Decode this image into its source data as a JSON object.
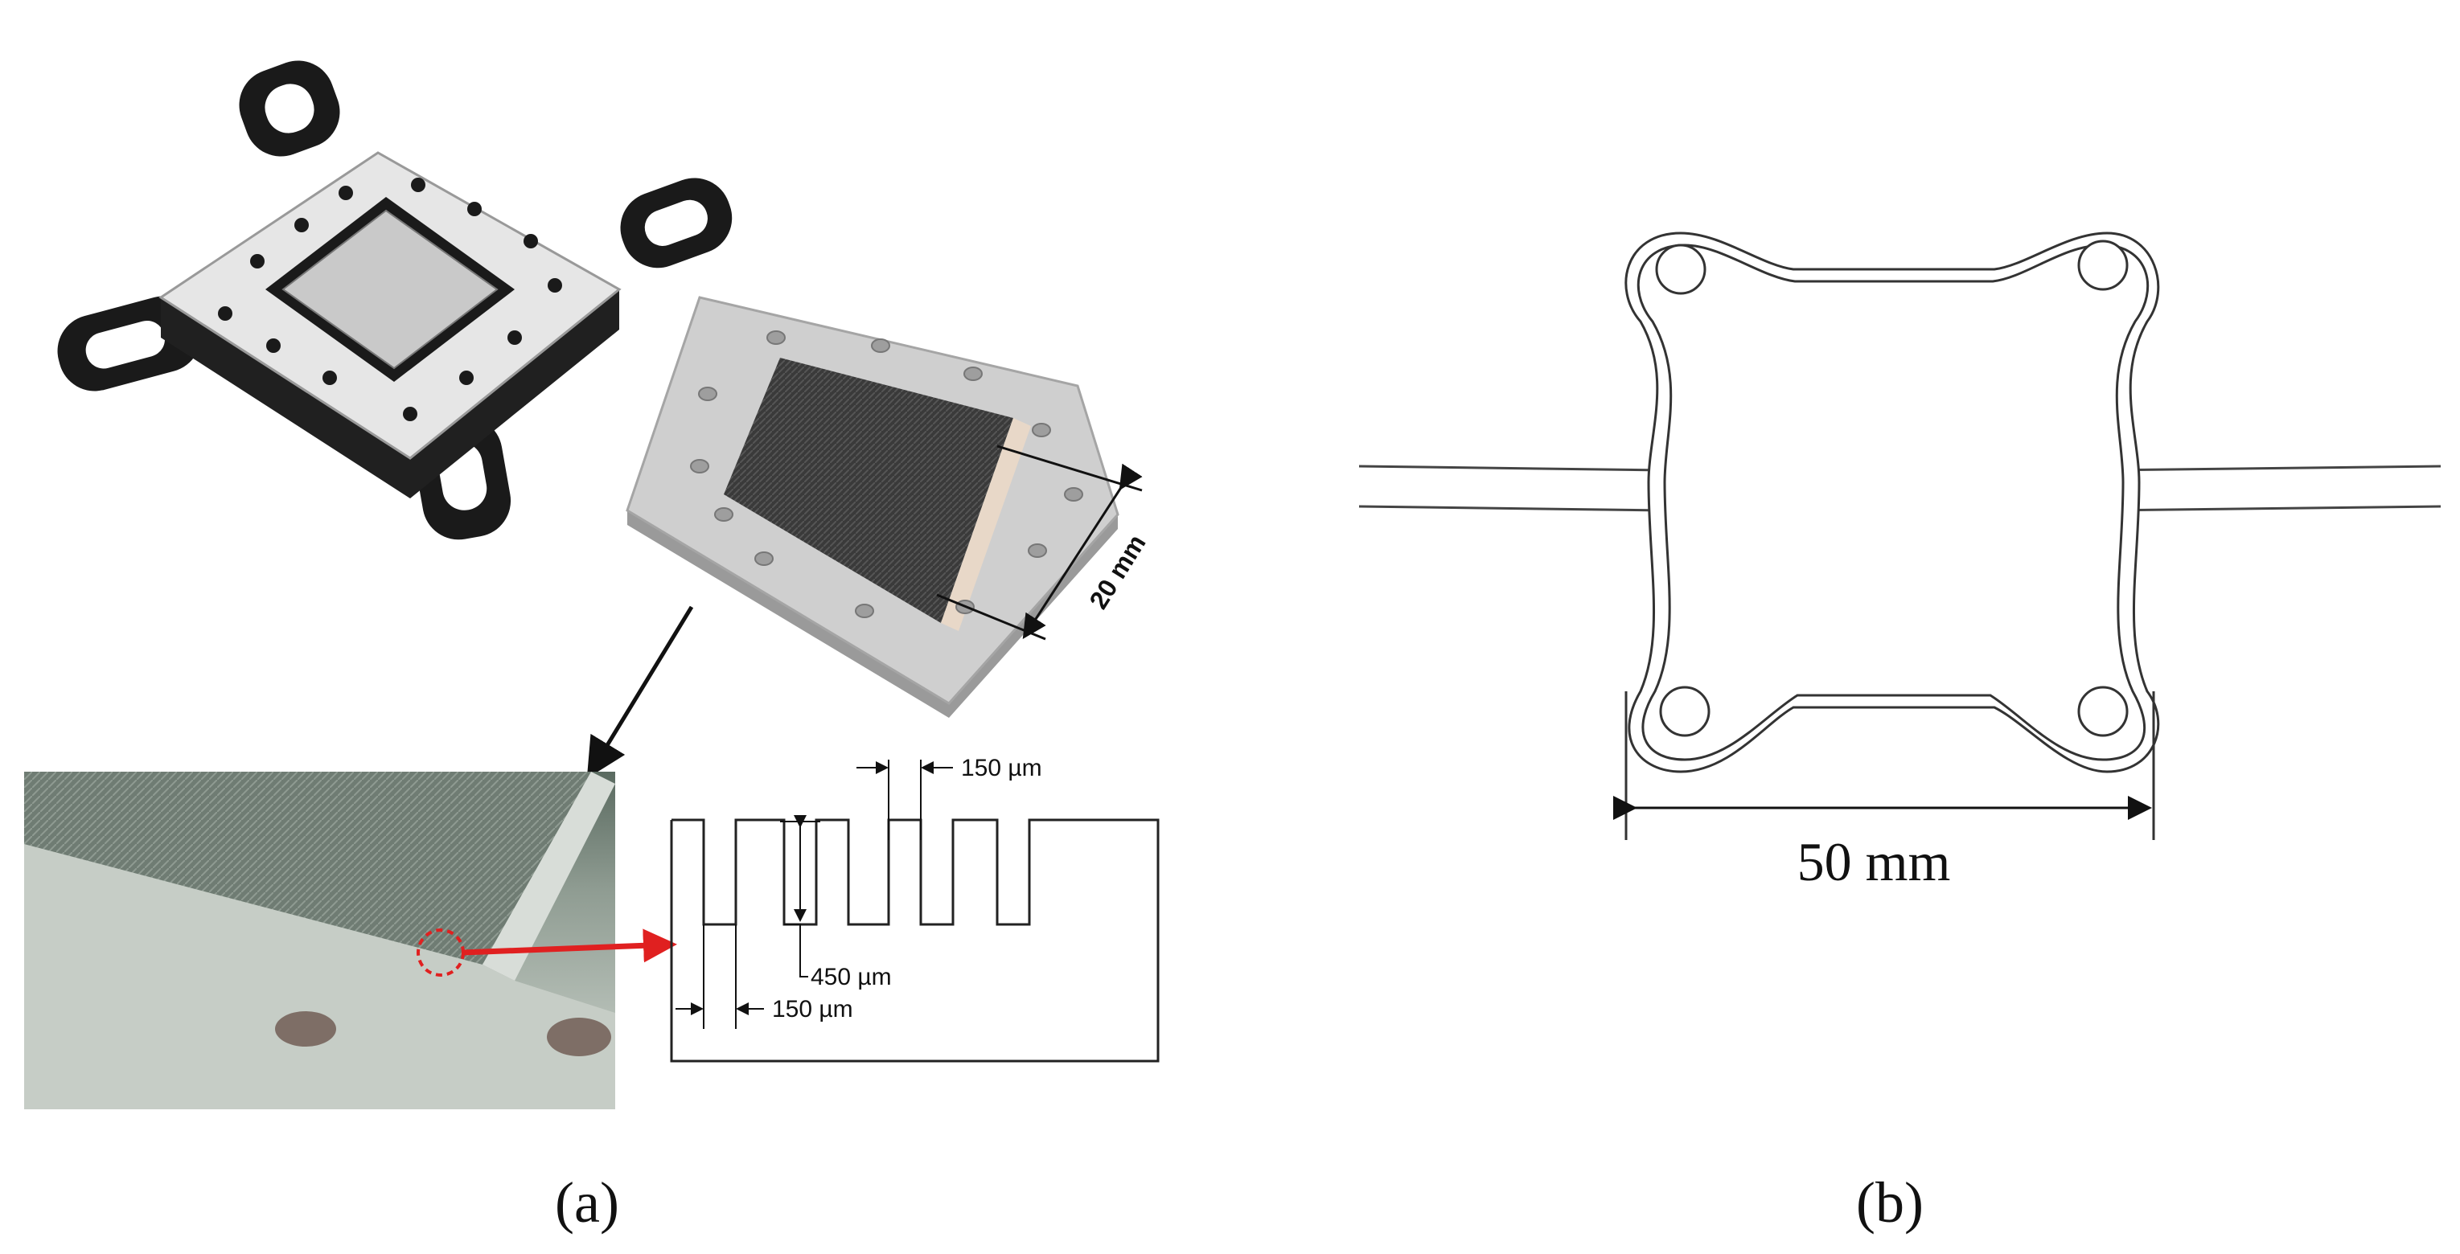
{
  "panel_a": {
    "caption": "(a)",
    "plate_width_label": "20 mm",
    "fin_width_label": "150 µm",
    "fin_height_label": "450 µm",
    "channel_width_label": "150 µm"
  },
  "panel_b": {
    "caption": "(b)",
    "width_label": "50 mm"
  },
  "colors": {
    "frame_dark": "#1a1a1a",
    "frame_top": "#e6e6e6",
    "base_plate": "#cfcfcf",
    "channel_block": "#3e3e3e",
    "arrow_red": "#e02020",
    "line": "#222222"
  }
}
